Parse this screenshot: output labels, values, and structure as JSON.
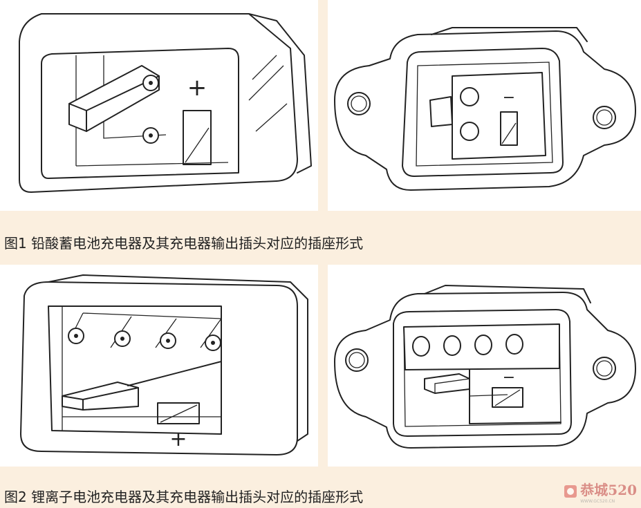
{
  "figure1": {
    "caption": "图1 铅酸蓄电池充电器及其充电器输出插头对应的插座形式",
    "plus_symbol": "+",
    "minus_symbol": "−"
  },
  "figure2": {
    "caption": "图2 锂离子电池充电器及其充电器输出插头对应的插座形式",
    "plus_symbol": "+",
    "minus_symbol": "−"
  },
  "watermark": {
    "text": "恭城520",
    "sub": "WWW.GC520.CN"
  }
}
